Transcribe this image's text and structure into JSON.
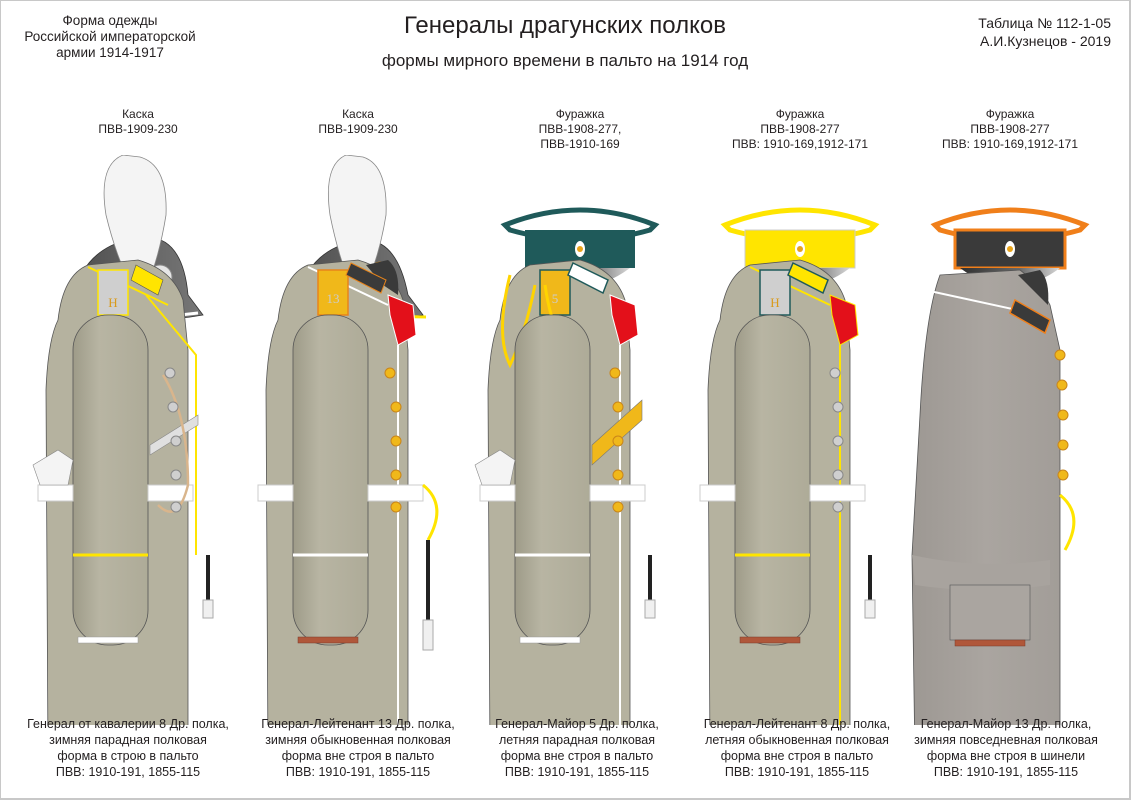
{
  "header": {
    "left": [
      "Форма одежды",
      "Российской императорской",
      "армии  1914-1917"
    ],
    "title": "Генералы драгунских полков",
    "subtitle": "формы мирного времени в пальто  на 1914 год",
    "right": [
      "Таблица № 112-1-05",
      "А.И.Кузнецов - 2019"
    ]
  },
  "figures": [
    {
      "hat_label": [
        "Каска",
        "ПВВ-1909-230"
      ],
      "hat_type": "helmet",
      "caption": [
        "Генерал от кавалерии 8 Др. полка,",
        "зимняя парадная полковая",
        "форма в строю в пальто",
        "ПВВ: 1910-191, 1855-115"
      ],
      "colors": {
        "coat": "#b5b29f",
        "piping": "#ffe500",
        "collar_patch": "#ffe500",
        "buttons": "silver",
        "lapel": "none"
      },
      "epaulette_cipher": "Н"
    },
    {
      "hat_label": [
        "Каска",
        "ПВВ-1909-230"
      ],
      "hat_type": "helmet",
      "caption": [
        "Генерал-Лейтенант 13 Др. полка,",
        "зимняя обыкновенная полковая",
        "форма вне строя в пальто",
        "ПВВ: 1910-191, 1855-115"
      ],
      "colors": {
        "coat": "#b5b29f",
        "piping": "#ffffff",
        "collar_patch": "#3a3a3a",
        "buttons": "gold",
        "lapel": "#e3101a"
      },
      "epaulette_cipher": "13"
    },
    {
      "hat_label": [
        "Фуражка",
        "ПВВ-1908-277,",
        "ПВВ-1910-169"
      ],
      "hat_type": "cap",
      "cap_band": "#1f5a5a",
      "cap_piping": "#1f5a5a",
      "caption": [
        "Генерал-Майор 5 Др. полка,",
        "летняя парадная полковая",
        "форма вне строя в пальто",
        "ПВВ: 1910-191, 1855-115"
      ],
      "colors": {
        "coat": "#b5b29f",
        "piping": "#ffffff",
        "collar_patch": "#ffffff",
        "buttons": "gold",
        "lapel": "#e3101a"
      },
      "epaulette_cipher": "5"
    },
    {
      "hat_label": [
        "Фуражка",
        "ПВВ-1908-277",
        "ПВВ: 1910-169,1912-171"
      ],
      "hat_type": "cap",
      "cap_band": "#ffe500",
      "cap_piping": "#ffe500",
      "caption": [
        "Генерал-Лейтенант 8 Др. полка,",
        "летняя обыкновенная полковая",
        "форма вне строя в пальто",
        "ПВВ: 1910-191, 1855-115"
      ],
      "colors": {
        "coat": "#b5b29f",
        "piping": "#ffe500",
        "collar_patch": "#ffe500",
        "buttons": "silver",
        "lapel": "#e3101a"
      },
      "epaulette_cipher": "Н"
    },
    {
      "hat_label": [
        "Фуражка",
        "ПВВ-1908-277",
        "ПВВ: 1910-169,1912-171"
      ],
      "hat_type": "cap",
      "cap_band": "#3a3a3a",
      "cap_piping": "#f07f1a",
      "caption": [
        "Генерал-Майор 13  Др. полка,",
        "зимняя повседневная полковая",
        "форма вне строя в шинели",
        "ПВВ: 1910-191, 1855-115"
      ],
      "colors": {
        "coat": "#a9a49e",
        "piping": "#ffffff",
        "collar_patch": "#3a3a3a",
        "buttons": "gold",
        "lapel": "none"
      },
      "epaulette_cipher": ""
    }
  ]
}
